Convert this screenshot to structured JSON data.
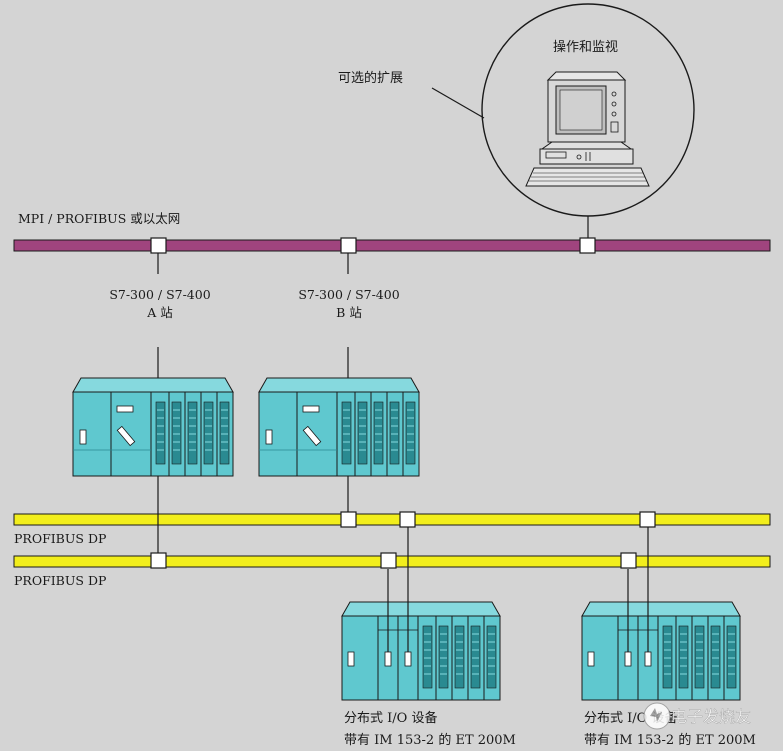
{
  "labels": {
    "hmi_title": "操作和监视",
    "optional_extension": "可选的扩展",
    "mpi_bus": "MPI / PROFIBUS 或以太网",
    "station_a_line1": "S7-300 / S7-400",
    "station_a_line2": "A 站",
    "station_b_line1": "S7-300 / S7-400",
    "station_b_line2": "B 站",
    "profibus_dp_1": "PROFIBUS DP",
    "profibus_dp_2": "PROFIBUS DP",
    "et1_line1": "分布式 I/O 设备",
    "et1_line2": "带有 IM 153-2 的 ET 200M",
    "et2_line1": "分布式 I/O 设备",
    "et2_line2": "带有 IM 153-2 的 ET 200M",
    "watermark": "电子发烧友"
  },
  "colors": {
    "background": "#d4d4d4",
    "mpi_bus": "#a0447e",
    "profibus_bus": "#f2ee1c",
    "device_body": "#5fc8cf",
    "device_top": "#86d9de",
    "device_dark": "#2a8a91",
    "node_fill": "#ffffff",
    "line": "#1a1a1a"
  },
  "icons": {
    "hmi": "computer-monitor-icon",
    "plc": "plc-rack-icon",
    "et200m": "io-rack-icon",
    "watermark": "watermark-logo-icon"
  }
}
